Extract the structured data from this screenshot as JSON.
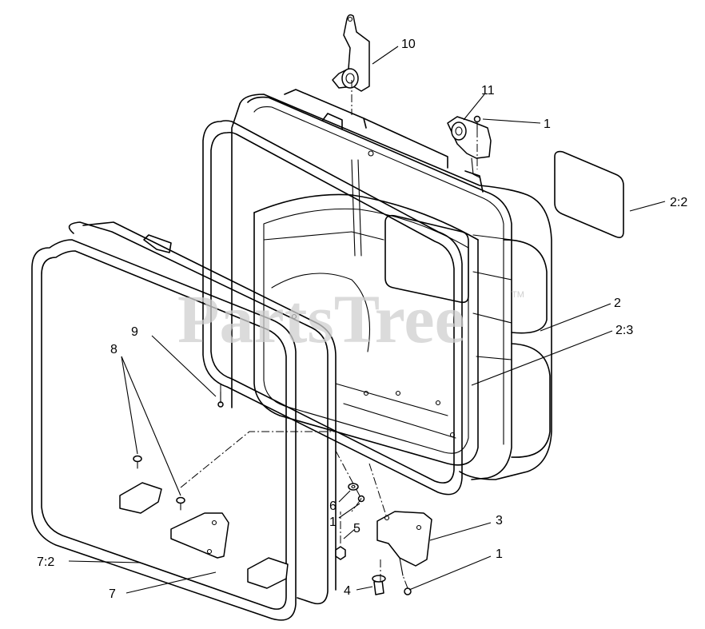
{
  "watermark": {
    "text": "PartsTree",
    "trademark": "TM"
  },
  "callouts": [
    {
      "id": "c10",
      "text": "10"
    },
    {
      "id": "c11",
      "text": "11"
    },
    {
      "id": "c1a",
      "text": "1"
    },
    {
      "id": "c22",
      "text": "2:2"
    },
    {
      "id": "c2",
      "text": "2"
    },
    {
      "id": "c23",
      "text": "2:3"
    },
    {
      "id": "c9",
      "text": "9"
    },
    {
      "id": "c8",
      "text": "8"
    },
    {
      "id": "c6",
      "text": "6"
    },
    {
      "id": "c1b",
      "text": "1"
    },
    {
      "id": "c5",
      "text": "5"
    },
    {
      "id": "c3",
      "text": "3"
    },
    {
      "id": "c1c",
      "text": "1"
    },
    {
      "id": "c72",
      "text": "7:2"
    },
    {
      "id": "c4",
      "text": "4"
    },
    {
      "id": "c7",
      "text": "7"
    }
  ]
}
